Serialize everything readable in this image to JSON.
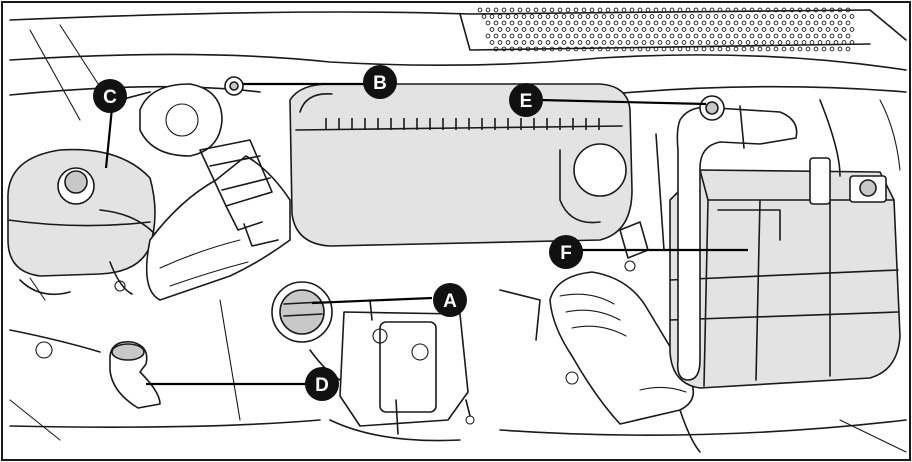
{
  "diagram": {
    "callouts": [
      {
        "id": "A",
        "label": "A"
      },
      {
        "id": "B",
        "label": "B"
      },
      {
        "id": "C",
        "label": "C"
      },
      {
        "id": "D",
        "label": "D"
      },
      {
        "id": "E",
        "label": "E"
      },
      {
        "id": "F",
        "label": "F"
      }
    ]
  },
  "colors": {
    "line": "#1a1a1a",
    "background": "#ffffff",
    "badge": "#111111",
    "badge_text": "#ffffff"
  }
}
